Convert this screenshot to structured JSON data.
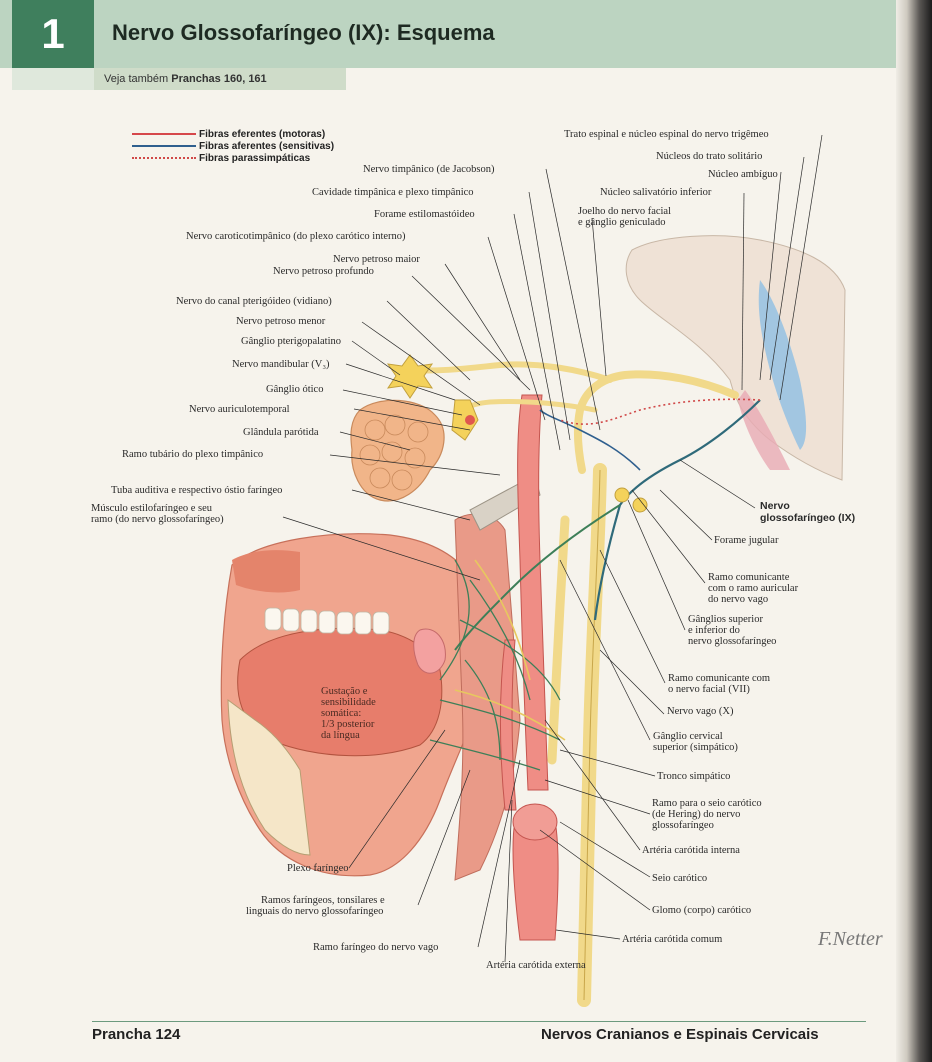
{
  "header": {
    "plate_number": "1",
    "title": "Nervo Glossofaríngeo (IX): Esquema",
    "see_also_prefix": "Veja também",
    "see_also_refs": "Pranchas 160, 161"
  },
  "legend": [
    {
      "label": "Fibras eferentes (motoras)",
      "color": "#d6474b",
      "style": "solid"
    },
    {
      "label": "Fibras aferentes (sensitivas)",
      "color": "#2f5f8e",
      "style": "solid"
    },
    {
      "label": "Fibras parassimpáticas",
      "color": "#d04848",
      "style": "dotted"
    }
  ],
  "labels_left": [
    "Nervo timpânico (de Jacobson)",
    "Cavidade timpânica e plexo timpânico",
    "Forame estilomastóideo",
    "Nervo caroticotimpânico (do plexo carótico interno)",
    "Nervo petroso maior",
    "Nervo petroso profundo",
    "Nervo do canal pterigóideo (vidiano)",
    "Nervo petroso menor",
    "Gânglio pterigopalatino",
    "Nervo mandibular (V₃)",
    "Gânglio ótico",
    "Nervo auriculotemporal",
    "Glândula parótida",
    "Ramo tubário do plexo timpânico",
    "Tuba auditiva e respectivo óstio faríngeo",
    "Músculo estilofaríngeo e seu",
    "ramo (do nervo glossofaríngeo)"
  ],
  "labels_right": [
    "Trato espinal e núcleo espinal do nervo trigêmeo",
    "Núcleos do trato solitário",
    "Núcleo ambíguo",
    "Núcleo salivatório inferior",
    "Joelho do nervo facial",
    "e gânglio geniculado",
    "Nervo",
    "glossofaríngeo (IX)",
    "Forame jugular",
    "Ramo comunicante",
    "com o ramo auricular",
    "do nervo vago",
    "Gânglios superior",
    "e inferior do",
    "nervo glossofaríngeo",
    "Ramo comunicante com",
    "o nervo facial (VII)",
    "Nervo vago (X)",
    "Gânglio cervical",
    "superior (simpático)",
    "Tronco simpático",
    "Ramo para o seio carótico",
    "(de Hering) do nervo",
    "glossofaríngeo",
    "Artéria carótida interna",
    "Seio carótico",
    "Glomo (corpo) carótico",
    "Artéria carótida comum"
  ],
  "labels_bottom": [
    "Plexo faríngeo",
    "Ramos faríngeos, tonsilares e",
    "linguais do nervo glossofaríngeo",
    "Ramo faríngeo do nervo vago",
    "Artéria carótida externa"
  ],
  "tongue_label": [
    "Gustação e",
    "sensibilidade",
    "somática:",
    "1/3 posterior",
    "da língua"
  ],
  "footer": {
    "left": "Prancha 124",
    "right": "Nervos Cranianos e Espinais Cervicais"
  },
  "signature": "F.Netter"
}
